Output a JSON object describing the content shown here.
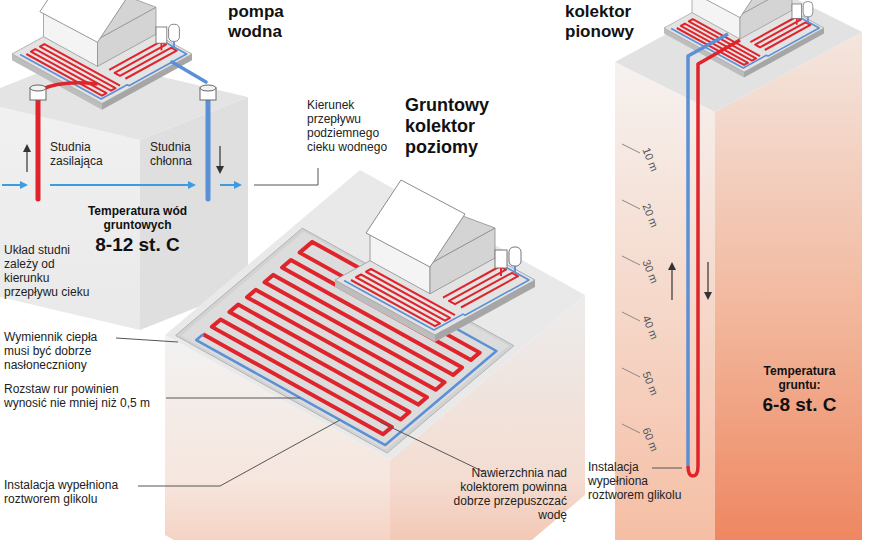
{
  "diagram": {
    "labels": [
      "pompa wodna",
      "Studnia zasilająca",
      "Studnia chłonna",
      "Kierunek przepływu podziemnego cieku wodnego",
      "Temperatura wód gruntowych",
      "8-12 st. C",
      "Układ studni zależy od kierunku przepływu cieku",
      "Gruntowy kolektor poziomy",
      "Wymiennik ciepła musi być dobrze nasłoneczniony",
      "Rozstaw rur powinien wynosić nie mniej niż 0,5 m",
      "Instalacja wypełniona roztworem glikolu",
      "Nawierzchnia nad kolektorem powinna dobrze przepuszczać wodę",
      "kolektor pionowy",
      "10 m",
      "20 m",
      "30 m",
      "40 m",
      "50 m",
      "60 m",
      "Temperatura gruntu:",
      "6-8 st. C",
      "Instalacja wypełniona roztworem glikolu"
    ]
  }
}
